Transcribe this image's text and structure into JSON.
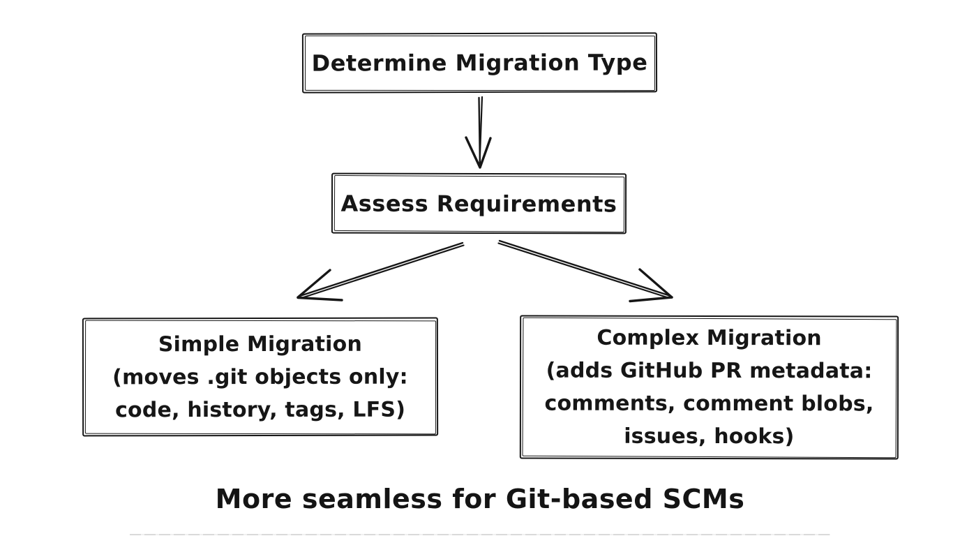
{
  "diagram": {
    "background": "#ffffff",
    "stroke_color": "#161616",
    "nodes": {
      "determine": {
        "label": "Determine Migration Type"
      },
      "assess": {
        "label": "Assess Requirements"
      },
      "simple": {
        "lines": [
          "Simple Migration",
          "(moves .git objects only:",
          "code, history, tags, LFS)"
        ]
      },
      "complex": {
        "lines": [
          "Complex Migration",
          "(adds GitHub PR metadata:",
          "comments, comment blobs,",
          "issues, hooks)"
        ]
      }
    },
    "edges": [
      {
        "from": "Determine Migration Type",
        "to": "Assess Requirements"
      },
      {
        "from": "Assess Requirements",
        "to": "Simple Migration"
      },
      {
        "from": "Assess Requirements",
        "to": "Complex Migration"
      }
    ],
    "caption": "More seamless for Git-based SCMs"
  }
}
